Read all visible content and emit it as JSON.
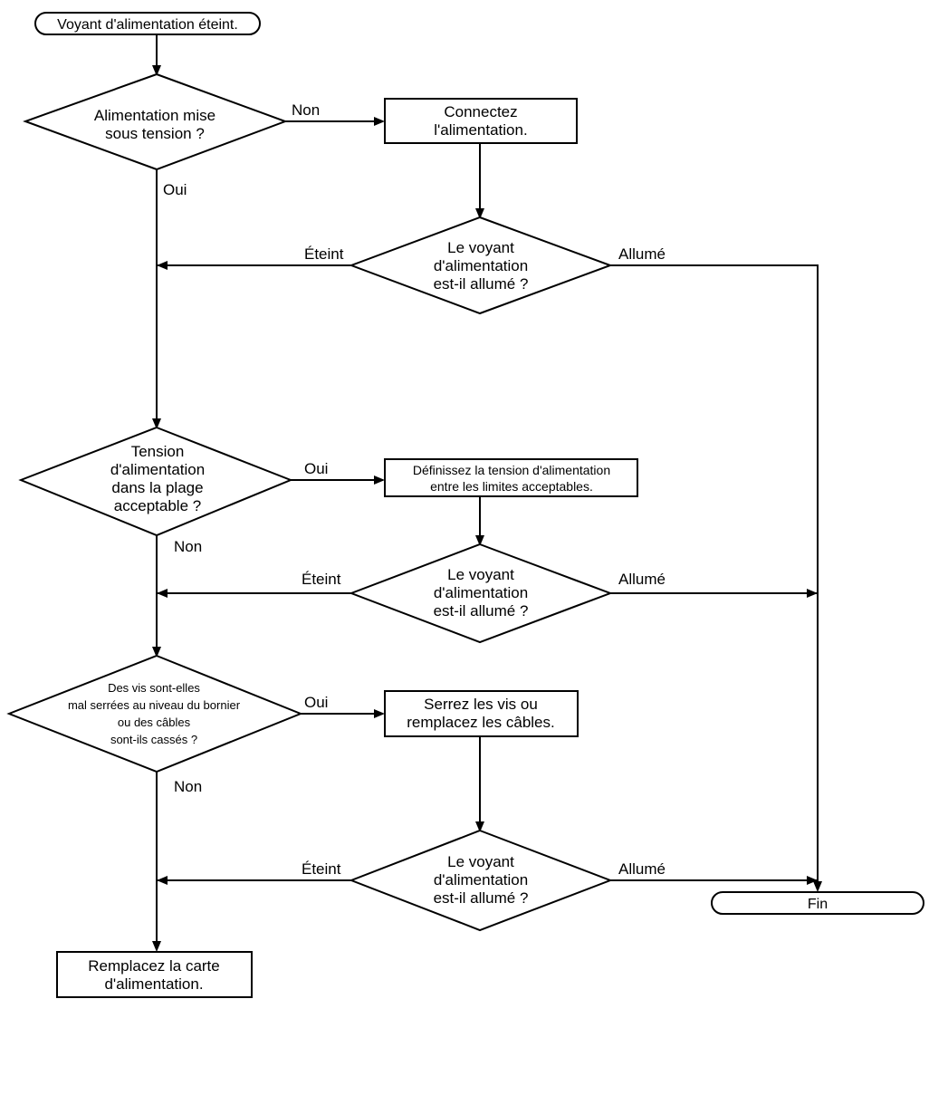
{
  "start": "Voyant d'alimentation éteint.",
  "end": "Fin",
  "decisions": {
    "power_on": [
      "Alimentation mise",
      "sous tension ?"
    ],
    "voltage_range": [
      "Tension",
      "d'alimentation",
      "dans la plage",
      "acceptable ?"
    ],
    "screws": [
      "Des vis sont-elles",
      "mal serrées au niveau du bornier",
      "ou des câbles",
      "sont-ils cassés ?"
    ],
    "led_check": [
      "Le voyant",
      "d'alimentation",
      "est-il allumé ?"
    ]
  },
  "processes": {
    "connect": [
      "Connectez",
      "l'alimentation."
    ],
    "set_voltage": [
      "Définissez la tension d'alimentation",
      "entre les limites acceptables."
    ],
    "tighten": [
      "Serrez les vis ou",
      "remplacez les câbles."
    ],
    "replace": [
      "Remplacez la carte",
      "d'alimentation."
    ]
  },
  "labels": {
    "yes": "Oui",
    "no": "Non",
    "off": "Éteint",
    "on": "Allumé"
  }
}
